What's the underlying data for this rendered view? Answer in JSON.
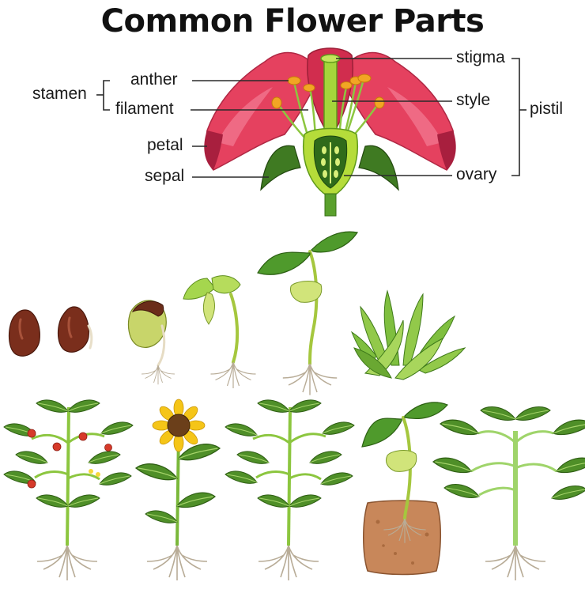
{
  "title": "Common Flower Parts",
  "labels": {
    "stamen": "stamen",
    "anther": "anther",
    "filament": "filament",
    "petal": "petal",
    "sepal": "sepal",
    "stigma": "stigma",
    "style": "style",
    "ovary": "ovary",
    "pistil": "pistil"
  },
  "colors": {
    "petal": "#e5415f",
    "petal_light": "#f06a85",
    "leaf": "#5d9e2f",
    "leaf_light": "#8bc34a",
    "stem": "#9acd32",
    "seed": "#7a2e1c",
    "soil": "#c8875a",
    "root": "#b8ac97",
    "sunflower": "#f5c518",
    "tomato": "#d63a2a"
  },
  "illustrations": [
    "flower-cross-section",
    "seed-icon",
    "seed-icon",
    "sprouting-seed",
    "seedling",
    "young-plant",
    "bush",
    "tomato-plant",
    "sunflower-plant",
    "leafy-plant",
    "plant-in-soil",
    "vegetable-plant"
  ]
}
